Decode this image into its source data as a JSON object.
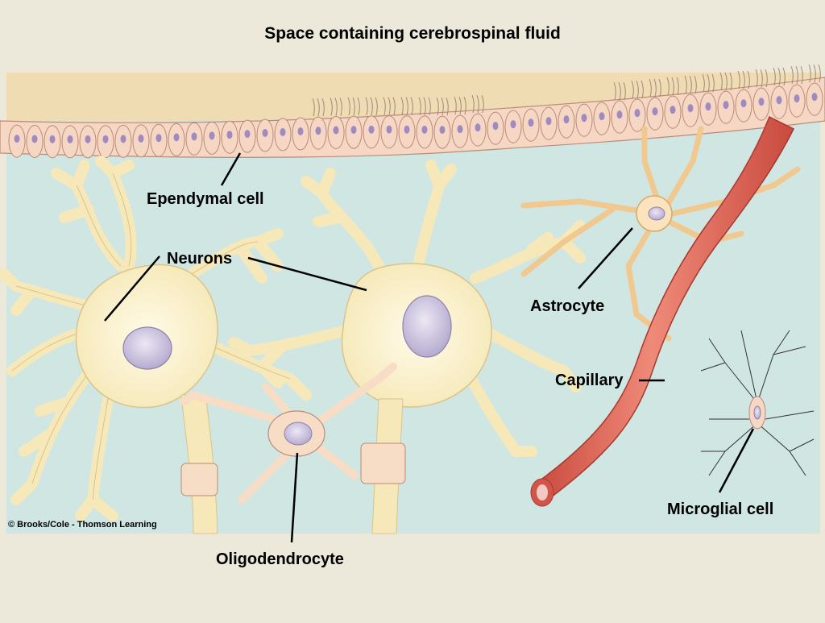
{
  "title": "Space containing cerebrospinal fluid",
  "labels": {
    "ependymal": "Ependymal cell",
    "neurons": "Neurons",
    "astrocyte": "Astrocyte",
    "capillary": "Capillary",
    "microglial": "Microglial cell",
    "oligodendrocyte": "Oligodendrocyte"
  },
  "credit": "© Brooks/Cole - Thomson Learning",
  "colors": {
    "background": "#ece9da",
    "tissue": "#cfe6e3",
    "csf": "#f0dcb3",
    "cell_body": "#fbf3cf",
    "nucleus": "#c6bddb",
    "capillary": "#e2675a",
    "ependymal": "#f6d7c4"
  }
}
